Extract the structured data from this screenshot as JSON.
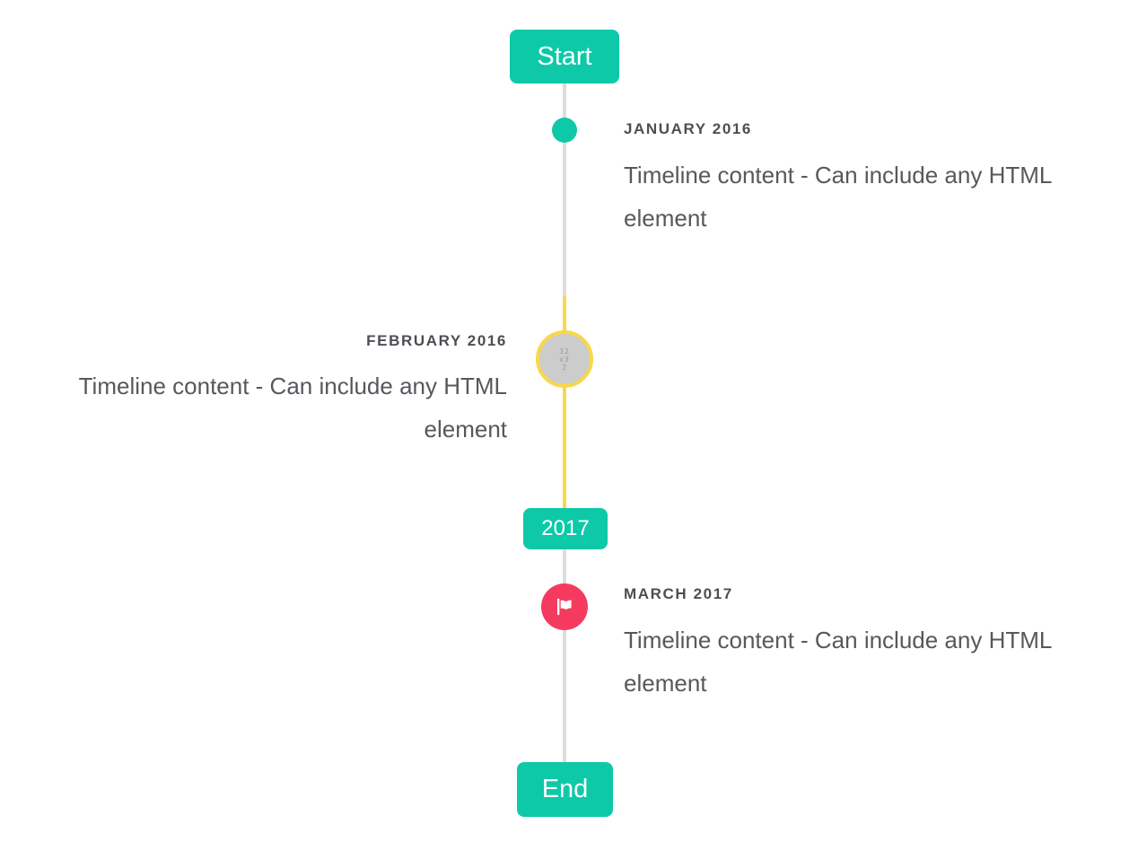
{
  "timeline": {
    "start_label": "Start",
    "end_label": "End",
    "year_badge": "2017",
    "events": [
      {
        "title": "JANUARY 2016",
        "content": "Timeline content - Can include any HTML element",
        "side": "right",
        "marker": "teal-dot"
      },
      {
        "title": "FEBRUARY 2016",
        "content": "Timeline content - Can include any HTML element",
        "side": "left",
        "marker": "image-placeholder",
        "placeholder_text": "32x32",
        "highlighted": true
      },
      {
        "title": "MARCH 2017",
        "content": "Timeline content - Can include any HTML element",
        "side": "right",
        "marker": "flag"
      }
    ],
    "colors": {
      "accent_teal": "#0dc9a8",
      "highlight_yellow": "#f8d74a",
      "marker_pink": "#f43b5f",
      "line_gray": "#dcdcdc",
      "placeholder_gray": "#cccccc",
      "heading_text": "#4b4f53",
      "content_text": "#55595d"
    }
  }
}
